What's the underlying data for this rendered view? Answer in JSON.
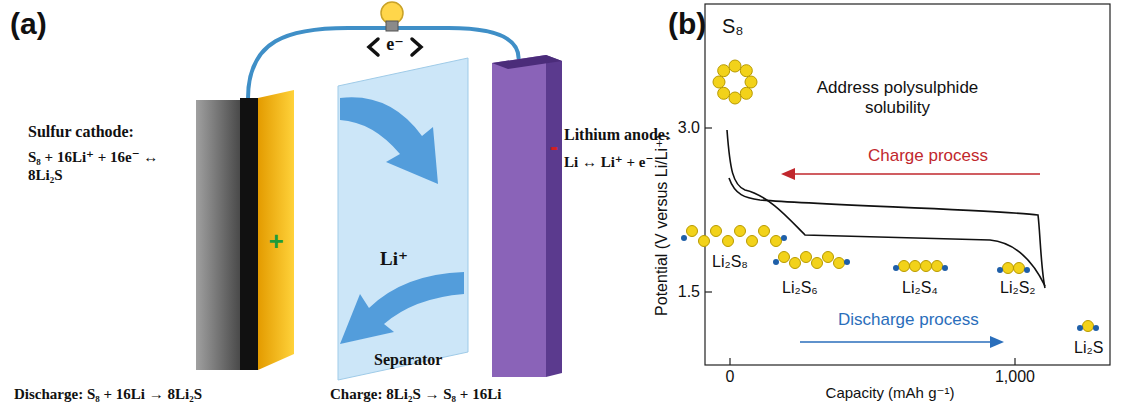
{
  "diagram": {
    "nodes": [
      {
        "text": [
          "Sulfur cathode:",
          "S₈ + 16Li⁺ + 16e⁻ ↔ 8Li₂S",
          "+"
        ]
      },
      {
        "text": [
          "Li⁺",
          "Separator"
        ]
      },
      {
        "text": [
          "Lithium anode:",
          "Li ↔ Li⁺ + e⁻",
          "-"
        ]
      }
    ],
    "edges": [
      {
        "from": 0,
        "to": 2,
        "arrow": "none"
      }
    ],
    "labels": [
      "(a)",
      "e⁻",
      "Discharge: S₈ + 16Li → 8Li₂S",
      "Charge: 8Li₂S → S₈ + 16Li",
      "(b)",
      "S₈",
      "Address polysulphide solubility",
      "Charge process",
      "Discharge process",
      "Li₂S₈",
      "Li₂S₆",
      "Li₂S₄",
      "Li₂S₂",
      "Li₂S",
      "3.0",
      "1.5",
      "0",
      "1,000",
      "Potential (V versus Li/Li⁺)",
      "Capacity (mAh g⁻¹)"
    ]
  }
}
